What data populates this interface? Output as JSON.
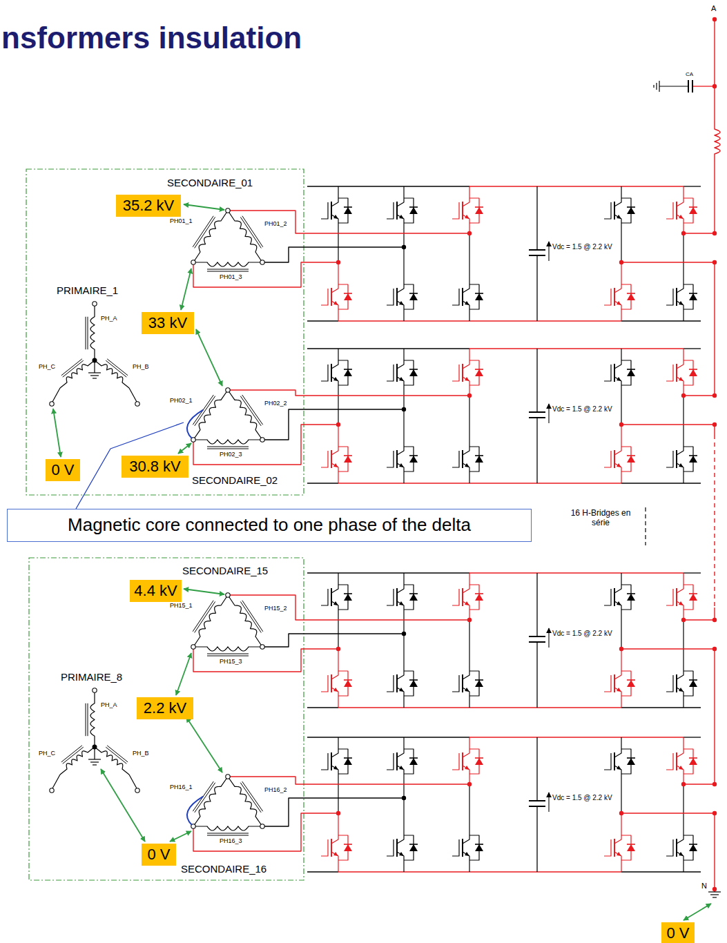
{
  "diagram": {
    "title": "nsformers insulation",
    "nodes": [
      {
        "text": [
          "35.2 kV"
        ]
      },
      {
        "text": [
          "33 kV"
        ]
      },
      {
        "text": [
          "0 V"
        ]
      },
      {
        "text": [
          "30.8 kV"
        ]
      },
      {
        "text": [
          "Magnetic core connected to one phase of the delta"
        ]
      },
      {
        "text": [
          "4.4 kV"
        ]
      },
      {
        "text": [
          "2.2 kV"
        ]
      },
      {
        "text": [
          "0 V"
        ]
      },
      {
        "text": [
          "0 V"
        ]
      }
    ],
    "labels": [
      "A",
      "CA",
      "SECONDAIRE_01",
      "PH01_1",
      "PH01_2",
      "PH01_3",
      "PRIMAIRE_1",
      "PH_A",
      "PH_C",
      "PH_B",
      "Vdc = 1.5 @ 2.2 kV",
      "PH02_1",
      "PH02_2",
      "PH02_3",
      "Vdc = 1.5 @ 2.2 kV",
      "SECONDAIRE_02",
      "16 H-Bridges en série",
      "SECONDAIRE_15",
      "PH15_1",
      "PH15_2",
      "PH15_3",
      "Vdc = 1.5 @ 2.2 kV",
      "PRIMAIRE_8",
      "PH_A",
      "PH_C",
      "PH_B",
      "PH16_1",
      "PH16_2",
      "PH16_3",
      "Vdc = 1.5 @ 2.2 kV",
      "SECONDAIRE_16",
      "N"
    ]
  }
}
